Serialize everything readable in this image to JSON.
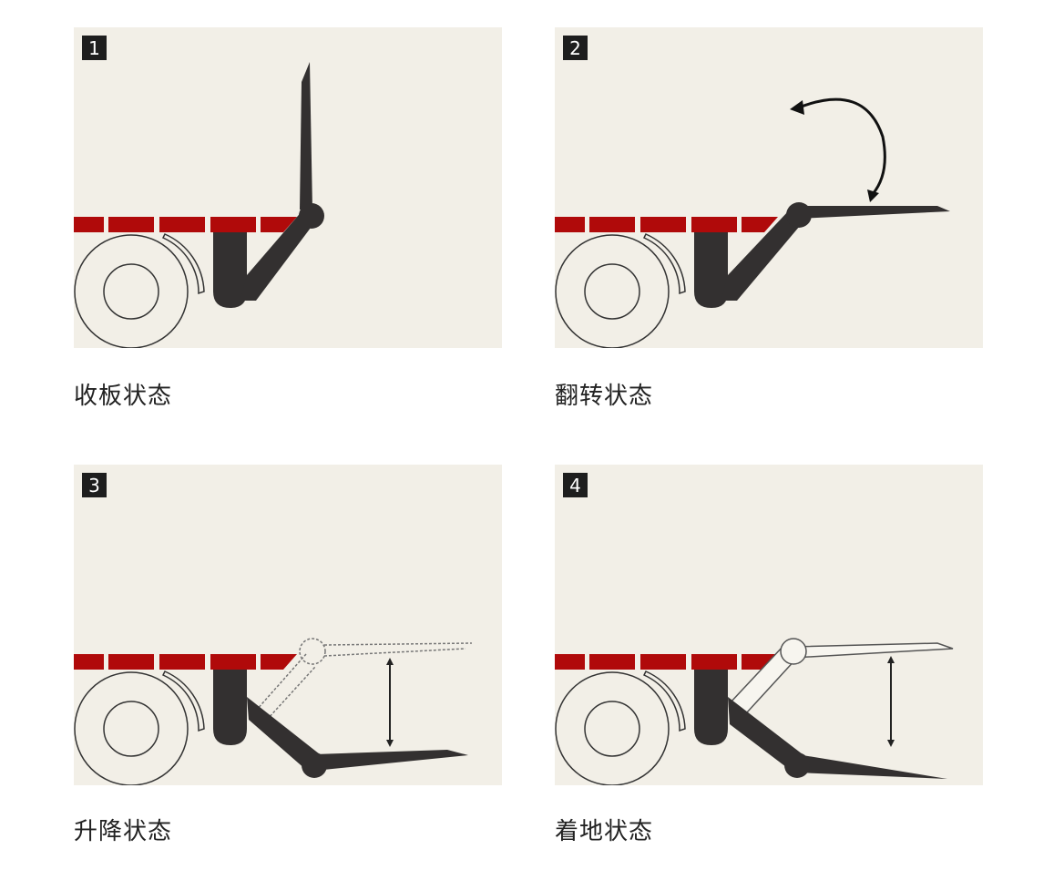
{
  "panels": [
    {
      "number": "1",
      "caption": "收板状态",
      "state": "stowed"
    },
    {
      "number": "2",
      "caption": "翻转状态",
      "state": "flip"
    },
    {
      "number": "3",
      "caption": "升降状态",
      "state": "lift"
    },
    {
      "number": "4",
      "caption": "着地状态",
      "state": "ground"
    }
  ],
  "colors": {
    "background": "#f2efe7",
    "deck": "#b00a0a",
    "mechanism": "#333030"
  }
}
